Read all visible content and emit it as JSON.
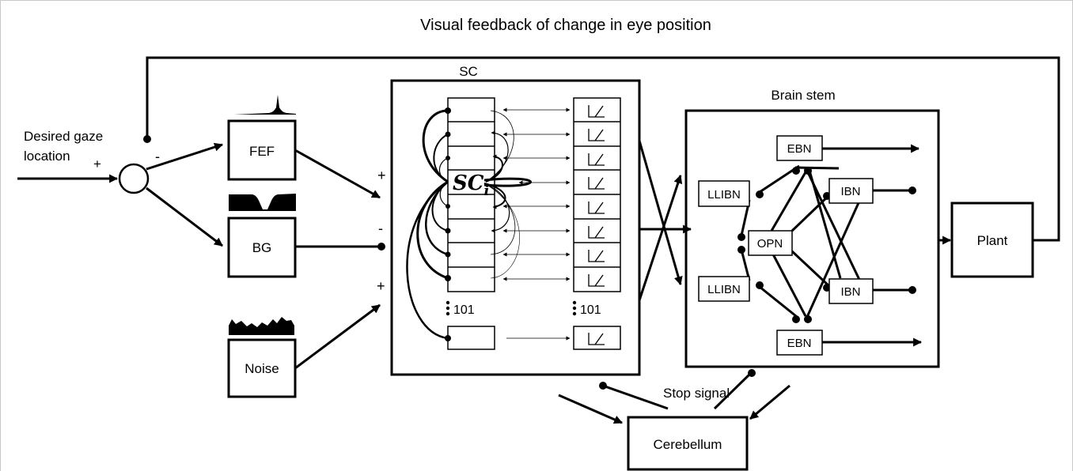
{
  "title": "Visual feedback of change in eye position",
  "input": {
    "line1": "Desired gaze",
    "line2": "location",
    "plus": "+"
  },
  "summing_node": {
    "minus": "-"
  },
  "inputs_to_sc": {
    "plus_top": "+",
    "minus": "-",
    "plus_bottom": "+"
  },
  "blocks": {
    "fef": "FEF",
    "bg": "BG",
    "noise": "Noise",
    "plant": "Plant",
    "cerebellum": "Cerebellum"
  },
  "sc": {
    "title": "SC",
    "neuron_label_main": "SC",
    "neuron_label_sub": "i",
    "count_left": "101",
    "count_right": "101"
  },
  "brainstem": {
    "title": "Brain stem",
    "ebn_top": "EBN",
    "ebn_bottom": "EBN",
    "llibn_top": "LLIBN",
    "llibn_bottom": "LLIBN",
    "opn": "OPN",
    "ibn_top": "IBN",
    "ibn_bottom": "IBN"
  },
  "stop_signal": "Stop signal"
}
